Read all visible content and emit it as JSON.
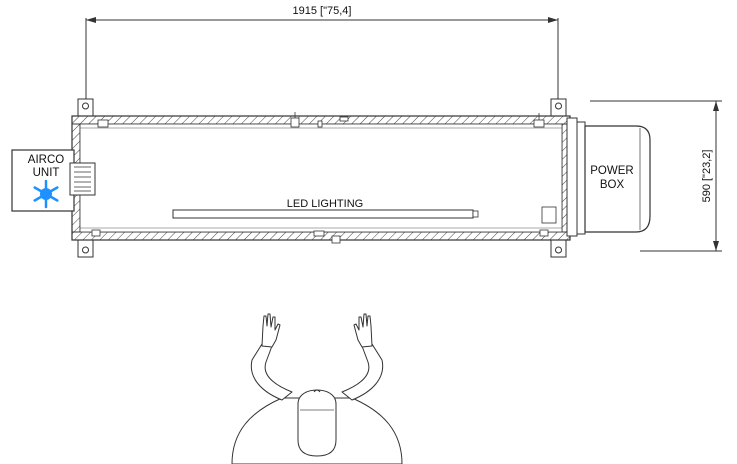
{
  "drawing": {
    "width_dimension": "1915 [\"75,4]",
    "height_dimension": "590 [\"23,2]",
    "airco_label_line1": "AIRCO",
    "airco_label_line2": "UNIT",
    "power_label_line1": "POWER",
    "power_label_line2": "BOX",
    "led_label": "LED LIGHTING",
    "colors": {
      "line": "#333333",
      "snowflake": "#1e90ff",
      "background": "#ffffff"
    },
    "icons": [
      "snowflake-icon",
      "operator-figure"
    ]
  }
}
